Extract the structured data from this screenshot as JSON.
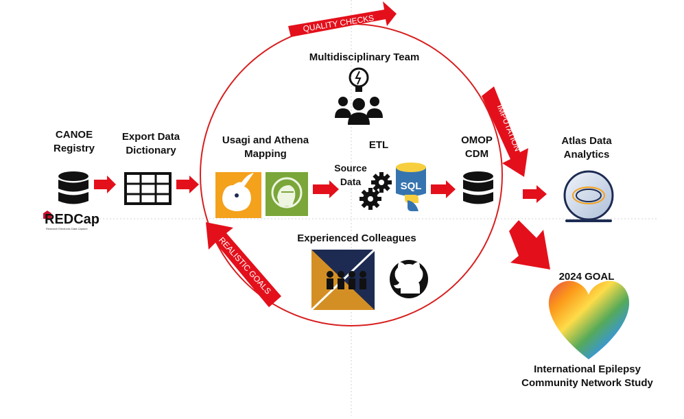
{
  "colors": {
    "accent_red": "#e3101b",
    "circle_red": "#d81e1e",
    "db_black": "#111111",
    "olive": "#7aa63a",
    "orange": "#f4a11c",
    "navy": "#1d2b52",
    "python_blue": "#3674b0",
    "python_yellow": "#f7cf3e",
    "redcap_red": "#c8102e"
  },
  "steps": {
    "canoe": {
      "line1": "CANOE",
      "line2": "Registry"
    },
    "export": {
      "line1": "Export Data",
      "line2": "Dictionary"
    },
    "usagi": {
      "line1": "Usagi and Athena",
      "line2": "Mapping"
    },
    "team": "Multidisciplinary Team",
    "etl": "ETL",
    "source": {
      "line1": "Source",
      "line2": "Data"
    },
    "omop": {
      "line1": "OMOP",
      "line2": "CDM"
    },
    "atlas": {
      "line1": "Atlas Data",
      "line2": "Analytics"
    },
    "colleagues": "Experienced Colleagues",
    "goal": "2024 GOAL",
    "network": {
      "line1": "International Epilepsy",
      "line2": "Community Network Study"
    }
  },
  "arrow_labels": {
    "quality": "QUALITY CHECKS",
    "imputation": "IMPUTATION",
    "realistic": "REALISTIC GOALS"
  },
  "logos": {
    "redcap": "REDCap",
    "redcap_sub": "Research Electronic Data Capture",
    "sql": "SQL"
  },
  "icons": [
    "database-icon",
    "table-grid-icon",
    "usagi-logo",
    "athena-logo",
    "lightbulb-team-icon",
    "gears-icon",
    "sql-python-icon",
    "atlas-logo",
    "ohdsi-community-logo",
    "github-icon",
    "rainbow-heart-icon"
  ]
}
